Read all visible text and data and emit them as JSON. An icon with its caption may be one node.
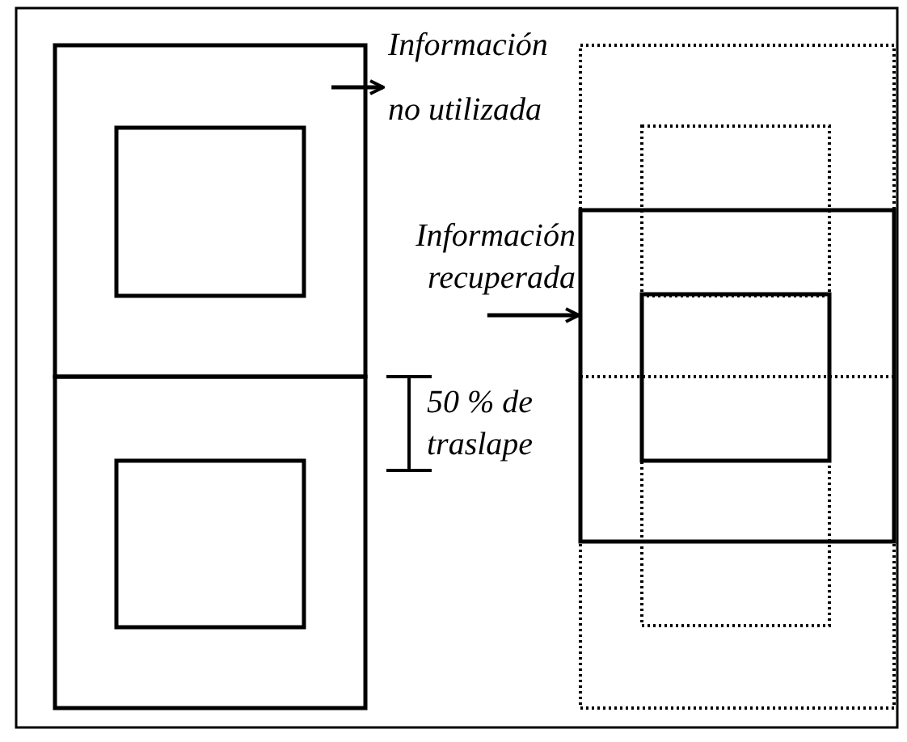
{
  "diagram": {
    "nodes": [
      {
        "text": [
          "Información no utilizada"
        ]
      },
      {
        "text": [
          "Información recuperada"
        ]
      },
      {
        "text": [],
        "shape": "box"
      }
    ],
    "edges": [
      {
        "from": null,
        "to": 0,
        "arrow": "to"
      },
      {
        "from": 1,
        "to": 2,
        "arrow": "to"
      }
    ],
    "labels": [
      "50 % de traslape"
    ]
  }
}
